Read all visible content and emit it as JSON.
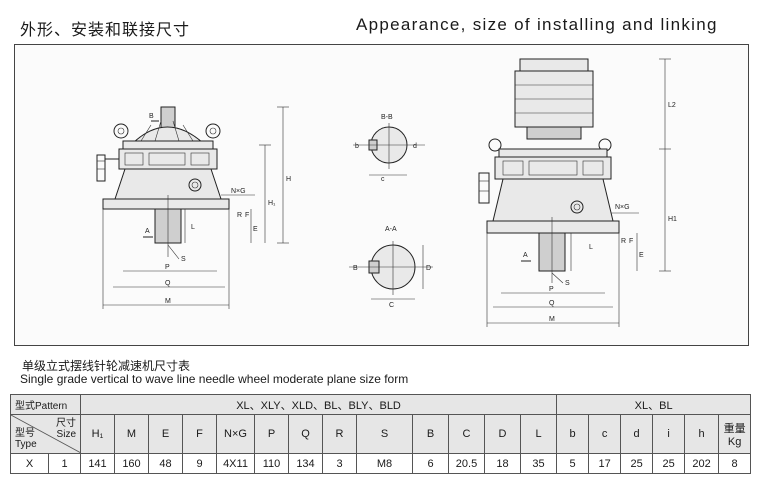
{
  "header": {
    "title_cn": "外形、安装和联接尺寸",
    "title_en": "Appearance, size of installing and linking"
  },
  "drawing": {
    "labels": {
      "B": "B",
      "A": "A",
      "H": "H",
      "H1": "H₁",
      "NxG": "N×G",
      "R": "R",
      "F": "F",
      "E": "E",
      "L": "L",
      "S": "S",
      "P": "P",
      "Q": "Q",
      "M": "M",
      "BB": "B-B",
      "AA": "A-A",
      "b": "b",
      "c": "c",
      "d": "d",
      "C": "C",
      "D": "D",
      "L2": "L2",
      "H1b": "H1"
    }
  },
  "table_section": {
    "title_cn": "单级立式摆线针轮减速机尺寸表",
    "title_en": "Single grade vertical to wave line needle wheel moderate plane size form"
  },
  "table": {
    "pattern_label": "型式Pattern",
    "group1": "XL、XLY、XLD、BL、BLY、BLD",
    "group2": "XL、BL",
    "corner_top": "尺寸\nSize",
    "corner_bottom": "型号\nType",
    "columns": [
      "H₁",
      "M",
      "E",
      "F",
      "N×G",
      "P",
      "Q",
      "R",
      "S",
      "B",
      "C",
      "D",
      "L",
      "b",
      "c",
      "d",
      "i",
      "h",
      "重量\nKg"
    ],
    "rows": [
      {
        "type": "X",
        "size": "1",
        "values": [
          "141",
          "160",
          "48",
          "9",
          "4X11",
          "110",
          "134",
          "3",
          "M8",
          "6",
          "20.5",
          "18",
          "35",
          "5",
          "17",
          "25",
          "25",
          "202",
          "8"
        ]
      }
    ]
  }
}
